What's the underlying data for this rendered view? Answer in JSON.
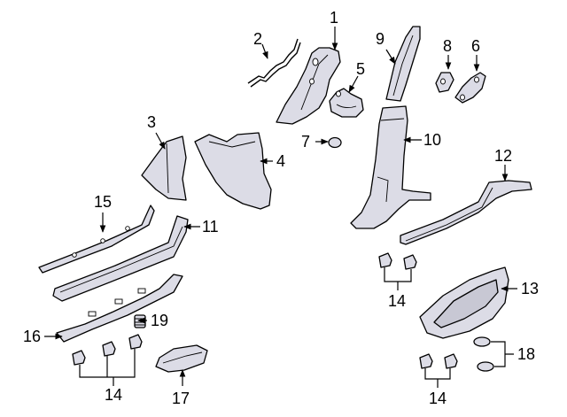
{
  "callouts": {
    "c1": "1",
    "c2": "2",
    "c3": "3",
    "c4": "4",
    "c5": "5",
    "c6": "6",
    "c7": "7",
    "c8": "8",
    "c9": "9",
    "c10": "10",
    "c11": "11",
    "c12": "12",
    "c13": "13",
    "c14a": "14",
    "c14b": "14",
    "c14c": "14",
    "c15": "15",
    "c16": "16",
    "c17": "17",
    "c18": "18",
    "c19": "19"
  },
  "colors": {
    "part_fill": "#dcdce6",
    "line": "#000000",
    "background": "#ffffff"
  }
}
